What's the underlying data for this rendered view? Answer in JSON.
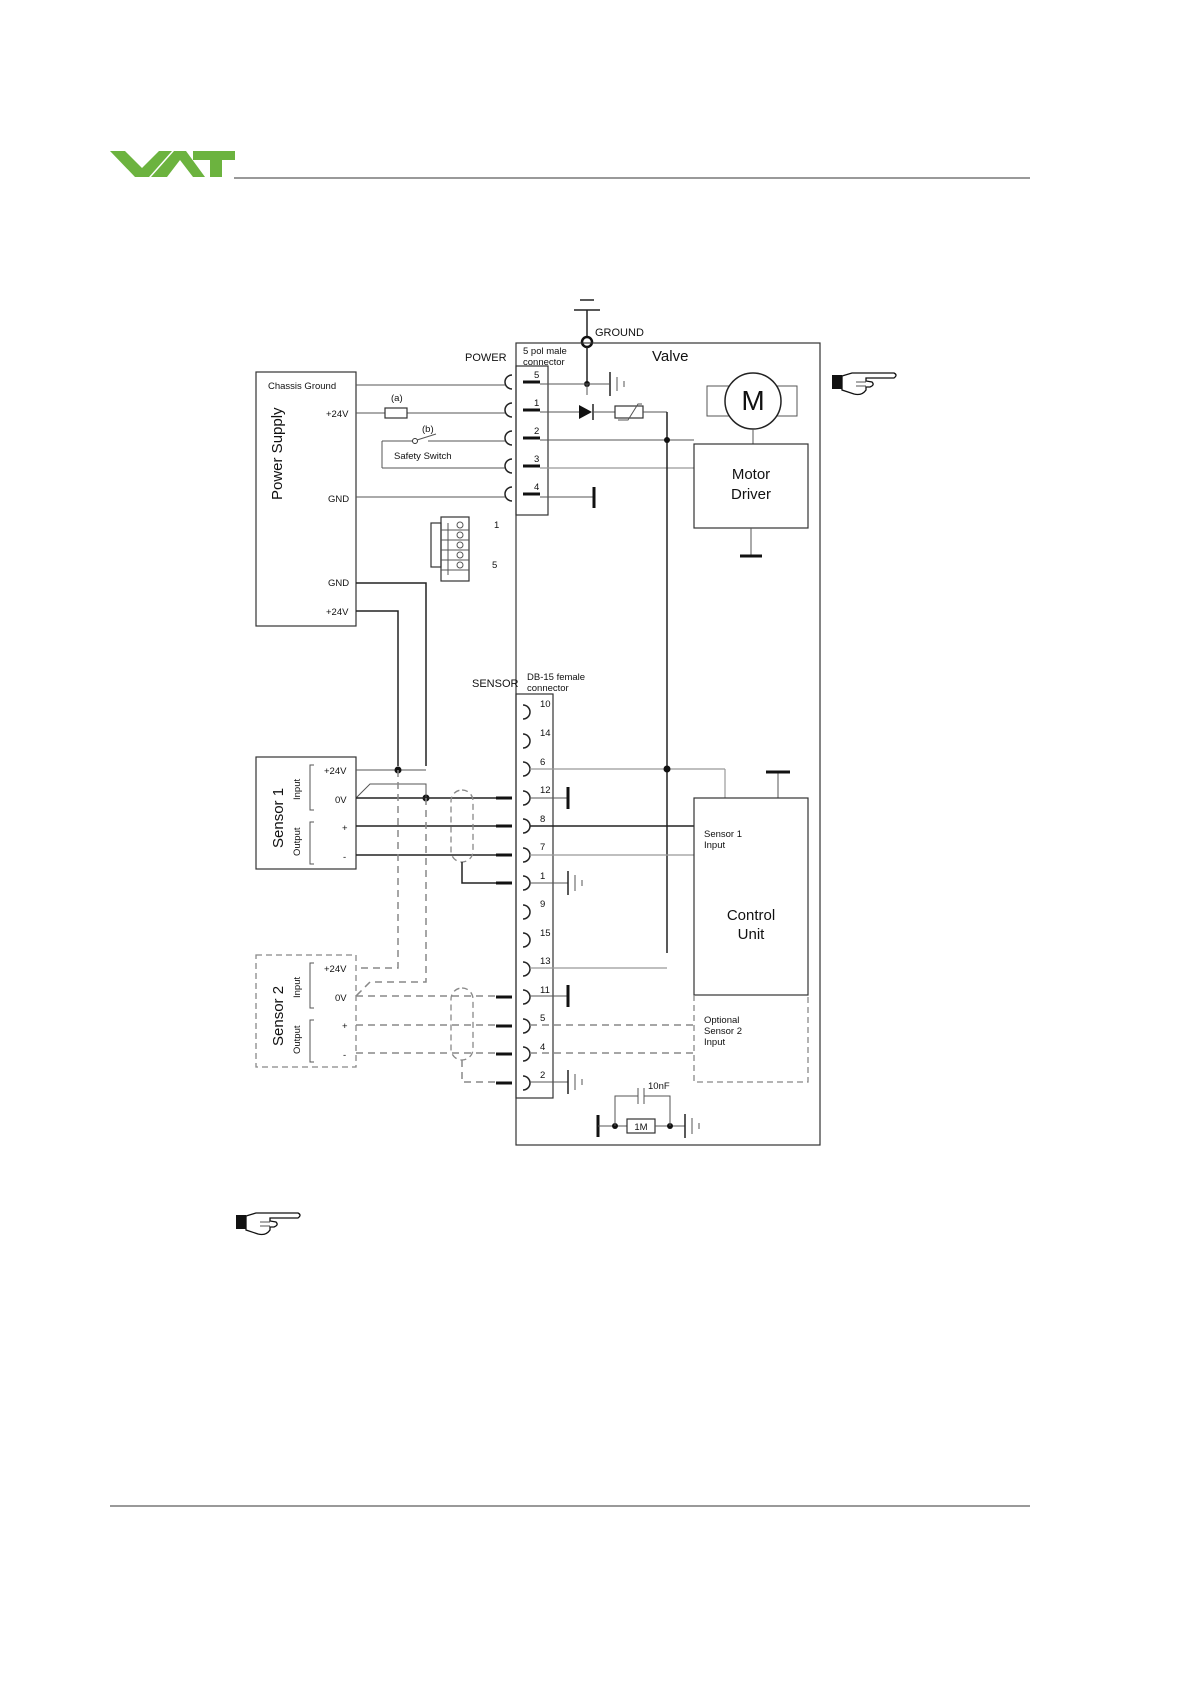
{
  "brand": {
    "name": "VAT",
    "color": "#6cb33f"
  },
  "diagram": {
    "ground_label": "GROUND",
    "power_label": "POWER",
    "power_connector": [
      "5 pol male",
      "connector"
    ],
    "valve_label": "Valve",
    "power_supply": {
      "title": "Power Supply",
      "pins": [
        "Chassis Ground",
        "+24V",
        "GND",
        "GND",
        "+24V"
      ]
    },
    "fuse_label": "(a)",
    "switch_label": "(b)",
    "safety_switch": "Safety Switch",
    "power_pins": [
      "5",
      "1",
      "2",
      "3",
      "4"
    ],
    "plug_pins": [
      "1",
      "5"
    ],
    "motor_label": "M",
    "motor_driver": [
      "Motor",
      "Driver"
    ],
    "sensor_label": "SENSOR",
    "sensor_connector": [
      "DB-15 female",
      "connector"
    ],
    "sensor_pins": [
      "10",
      "14",
      "6",
      "12",
      "8",
      "7",
      "1",
      "9",
      "15",
      "13",
      "11",
      "5",
      "4",
      "2"
    ],
    "sensor1": {
      "title": "Sensor 1",
      "input": "Input",
      "output": "Output",
      "pins": [
        "+24V",
        "0V",
        "+",
        "-"
      ]
    },
    "sensor2": {
      "title": "Sensor 2",
      "input": "Input",
      "output": "Output",
      "pins": [
        "+24V",
        "0V",
        "+",
        "-"
      ]
    },
    "control_unit": [
      "Control",
      "Unit"
    ],
    "sensor1_input": [
      "Sensor 1",
      "Input"
    ],
    "sensor2_input": [
      "Optional",
      "Sensor 2",
      "Input"
    ],
    "capacitor_label": "10nF",
    "resistor_label": "1M"
  },
  "icons": [
    "pointing-hand-icon",
    "pointing-hand-icon"
  ]
}
